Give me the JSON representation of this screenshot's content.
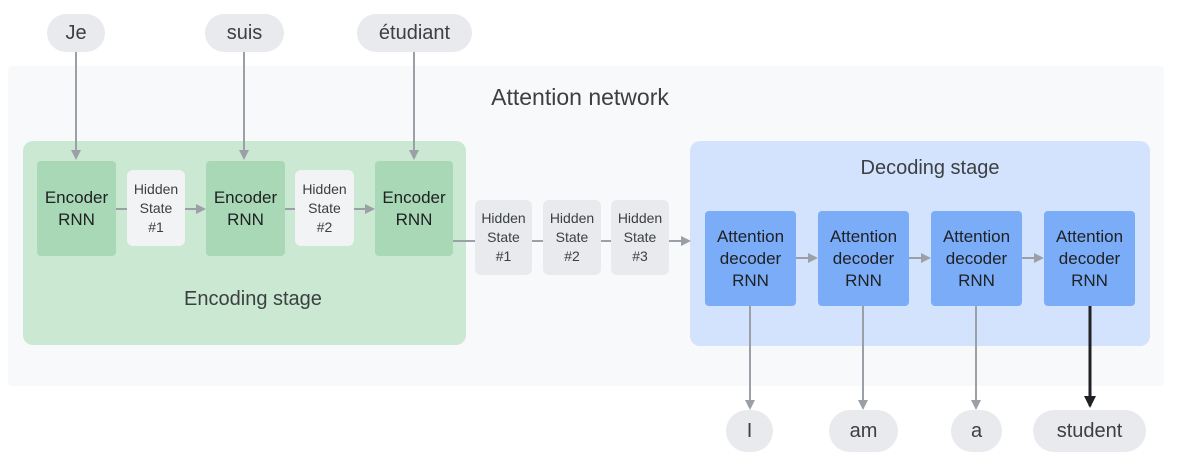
{
  "title": "Attention network",
  "inputs": [
    "Je",
    "suis",
    "étudiant"
  ],
  "outputs": [
    "I",
    "am",
    "a",
    "student"
  ],
  "encoding": {
    "label": "Encoding stage",
    "encoders": [
      {
        "line1": "Encoder",
        "line2": "RNN"
      },
      {
        "line1": "Encoder",
        "line2": "RNN"
      },
      {
        "line1": "Encoder",
        "line2": "RNN"
      }
    ],
    "hidden_states": [
      {
        "line1": "Hidden",
        "line2": "State",
        "line3": "#1"
      },
      {
        "line1": "Hidden",
        "line2": "State",
        "line3": "#2"
      }
    ]
  },
  "context_states": [
    {
      "line1": "Hidden",
      "line2": "State",
      "line3": "#1"
    },
    {
      "line1": "Hidden",
      "line2": "State",
      "line3": "#2"
    },
    {
      "line1": "Hidden",
      "line2": "State",
      "line3": "#3"
    }
  ],
  "decoding": {
    "label": "Decoding stage",
    "decoders": [
      {
        "line1": "Attention",
        "line2": "decoder",
        "line3": "RNN"
      },
      {
        "line1": "Attention",
        "line2": "decoder",
        "line3": "RNN"
      },
      {
        "line1": "Attention",
        "line2": "decoder",
        "line3": "RNN"
      },
      {
        "line1": "Attention",
        "line2": "decoder",
        "line3": "RNN"
      }
    ]
  },
  "colors": {
    "encoding_area": "#cbe8d2",
    "encoder_box": "#a8d8b5",
    "decoding_area": "#d3e3fd",
    "decoder_box": "#7aacf8",
    "pill": "#e8eaed",
    "arrow": "#9aa0a6",
    "arrow_emphasis": "#202124"
  }
}
